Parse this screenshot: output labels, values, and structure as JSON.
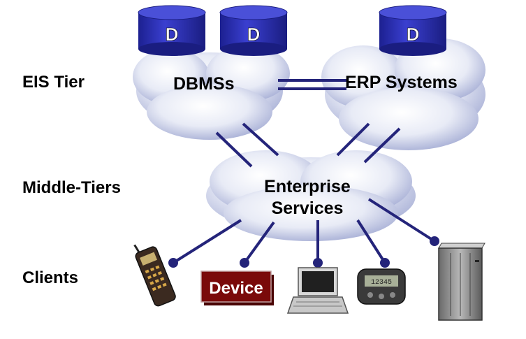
{
  "tiers": {
    "eis": "EIS Tier",
    "middle": "Middle-Tiers",
    "clients": "Clients"
  },
  "clouds": {
    "dbms": "DBMSs",
    "erp": "ERP Systems",
    "enterprise_line1": "Enterprise",
    "enterprise_line2": "Services"
  },
  "database_label": "D",
  "device_label": "Device",
  "pager_display": "12345",
  "colors": {
    "cylinder_fill": "#2a2fb8",
    "cylinder_top": "#4a50d8",
    "connector": "#24247a",
    "device_box": "#7a0a0a",
    "cloud_shadow": "#8e98c8"
  }
}
